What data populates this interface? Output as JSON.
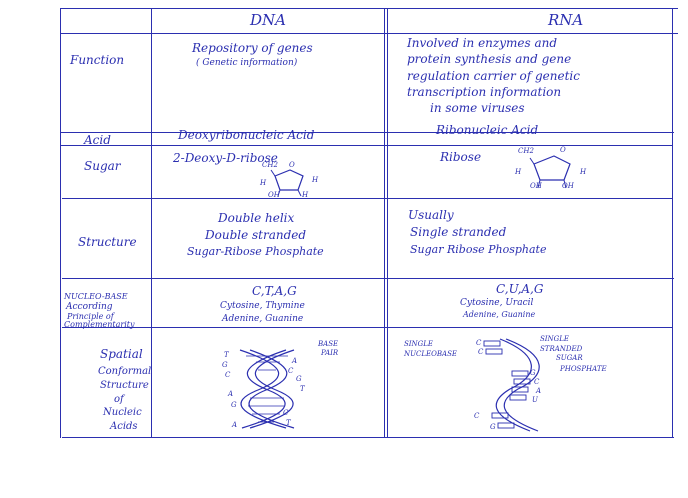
{
  "headers": {
    "dna": "DNA",
    "rna": "RNA"
  },
  "rows": {
    "function": {
      "label": "Function",
      "dna": [
        "Repository of genes",
        "( Genetic information)"
      ],
      "rna": [
        "Involved in enzymes and",
        "protein synthesis and gene",
        "regulation carrier of genetic",
        "transcription information",
        "in some viruses"
      ]
    },
    "acid": {
      "label": "Acid",
      "dna": "Deoxyribonucleic Acid",
      "rna": "Ribonucleic Acid"
    },
    "sugar": {
      "label": "Sugar",
      "dna": "2-Deoxy-D-ribose",
      "rna": "Ribose",
      "ring_labels": {
        "ch2": "CH2",
        "o": "O",
        "h": "H",
        "oh": "OH"
      }
    },
    "structure": {
      "label": "Structure",
      "dna": [
        "Double helix",
        "Double stranded",
        "Sugar-Ribose Phosphate"
      ],
      "rna": [
        "Usually",
        "Single stranded",
        "Sugar Ribose Phosphate"
      ]
    },
    "nucleo": {
      "label": [
        "NUCLEO-BASE",
        "According",
        "Principle of",
        "Complementarity"
      ],
      "dna": [
        "C,T,A,G",
        "Cytosine, Thymine",
        "Adenine, Guanine"
      ],
      "rna": [
        "C,U,A,G",
        "Cytosine, Uracil",
        "Adenine, Guanine"
      ]
    },
    "spatial": {
      "label": [
        "Spatial",
        "Conformal",
        "Structure",
        "of",
        "Nucleic",
        "Acids"
      ],
      "dna_note": [
        "BASE",
        "PAIR"
      ],
      "dna_bases_left": [
        "T",
        "G",
        "C",
        "A",
        "G",
        "A"
      ],
      "dna_bases_right": [
        "A",
        "C",
        "G",
        "T",
        "C",
        "T"
      ],
      "rna_note_left": [
        "SINGLE",
        "NUCLEOBASE"
      ],
      "rna_note_right": [
        "SINGLE",
        "STRANDED",
        "SUGAR",
        "PHOSPHATE"
      ],
      "rna_bases": [
        "C",
        "C",
        "G",
        "C",
        "A",
        "U",
        "C",
        "G"
      ]
    }
  }
}
